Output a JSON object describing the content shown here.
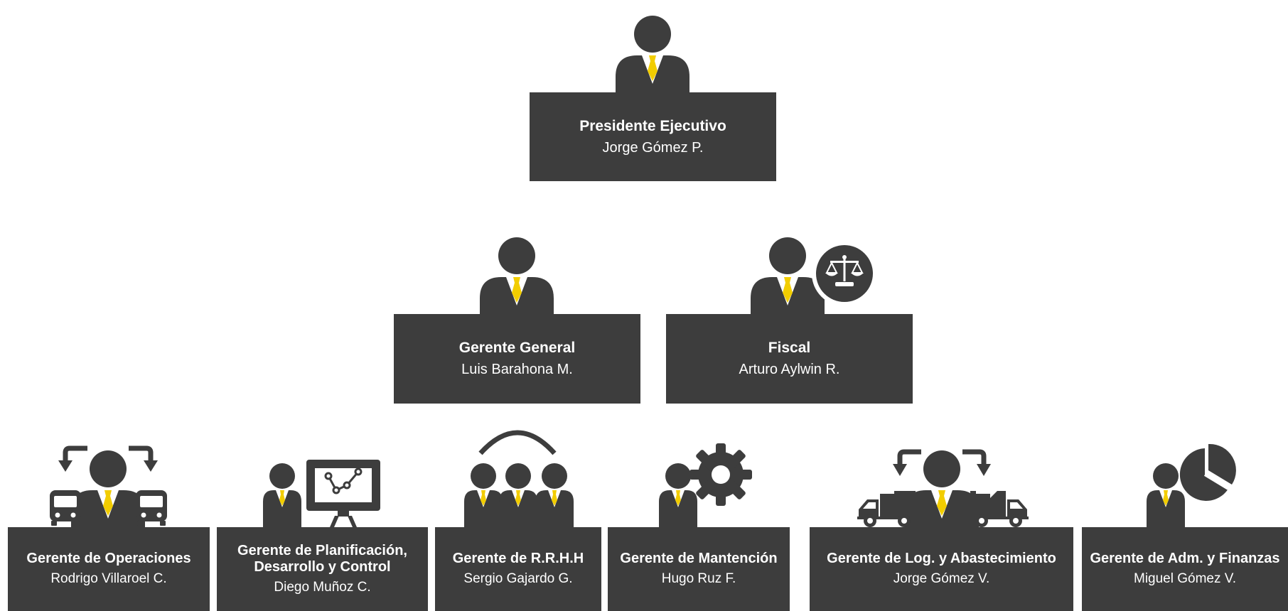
{
  "colors": {
    "card_bg": "#3d3d3d",
    "figure": "#3d3d3d",
    "tie": "#f2cd00",
    "background": "#ffffff"
  },
  "top": {
    "role": "Presidente Ejecutivo",
    "name": "Jorge Gómez P.",
    "icon": "person-icon"
  },
  "middle": [
    {
      "role": "Gerente General",
      "name": "Luis Barahona M.",
      "icon": "person-icon"
    },
    {
      "role": "Fiscal",
      "name": "Arturo Aylwin R.",
      "icon": "person-scales-icon"
    }
  ],
  "bottom": [
    {
      "role": "Gerente de Operaciones",
      "name": "Rodrigo Villaroel C.",
      "icon": "person-buses-icon"
    },
    {
      "role": "Gerente de Planificación, Desarrollo y Control",
      "name": "Diego Muñoz C.",
      "icon": "person-presentation-icon"
    },
    {
      "role": "Gerente de R.R.H.H",
      "name": "Sergio Gajardo G.",
      "icon": "people-team-icon"
    },
    {
      "role": "Gerente de Mantención",
      "name": "Hugo Ruz F.",
      "icon": "person-gear-icon"
    },
    {
      "role": "Gerente de Log. y Abastecimiento",
      "name": "Jorge Gómez V.",
      "icon": "person-trucks-icon"
    },
    {
      "role": "Gerente de Adm. y Finanzas",
      "name": "Miguel Gómez V.",
      "icon": "person-pie-chart-icon"
    }
  ]
}
